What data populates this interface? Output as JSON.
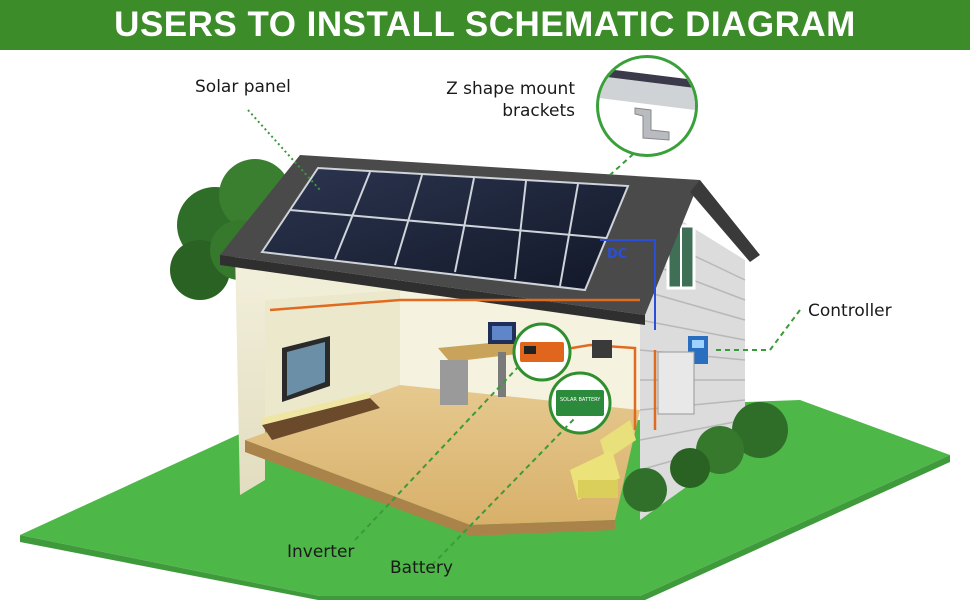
{
  "header": {
    "title": "USERS TO INSTALL SCHEMATIC DIAGRAM"
  },
  "labels": {
    "solar_panel": "Solar panel",
    "z_bracket_line1": "Z shape mount",
    "z_bracket_line2": "brackets",
    "controller": "Controller",
    "inverter": "Inverter",
    "battery": "Battery",
    "dc": "DC",
    "battery_brand": "SOLAR BATTERY"
  },
  "colors": {
    "banner": "#3d8c2a",
    "grass": "#4db848",
    "leader_line": "#2f8f2f",
    "wire": "#e06a1f",
    "dc_wire": "#2a4fd6"
  }
}
